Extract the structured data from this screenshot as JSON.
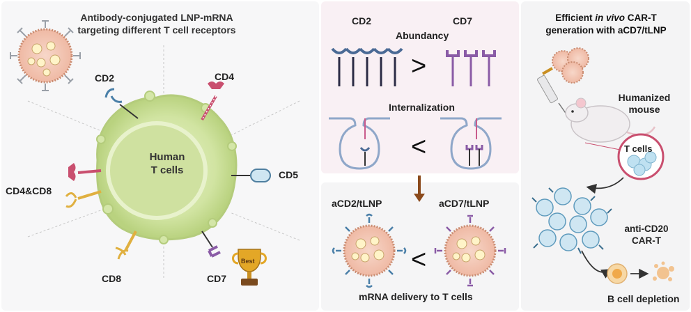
{
  "left_panel": {
    "title_line1": "Antibody-conjugated LNP-mRNA",
    "title_line2": "targeting different T cell receptors",
    "cell_label_line1": "Human",
    "cell_label_line2": "T cells",
    "receptors": {
      "cd2": "CD2",
      "cd4": "CD4",
      "cd5": "CD5",
      "cd4cd8": "CD4&CD8",
      "cd8": "CD8",
      "cd7": "CD7"
    },
    "trophy_text": "Best"
  },
  "middle_top": {
    "cd2_label": "CD2",
    "cd7_label": "CD7",
    "abundancy_label": "Abundancy",
    "abundancy_comparator": ">",
    "internalization_label": "Internalization",
    "internalization_comparator": "<"
  },
  "middle_bottom": {
    "acd2_label": "aCD2/tLNP",
    "acd7_label": "aCD7/tLNP",
    "delivery_comparator": "<",
    "footer": "mRNA delivery to T cells"
  },
  "right_panel": {
    "title_pre": "Efficient ",
    "title_italic": "in vivo",
    "title_post": " CAR-T",
    "title_line2": "generation with aCD7/tLNP",
    "mouse_label_line1": "Humanized",
    "mouse_label_line2": "mouse",
    "tcells_label": "T cells",
    "cart_label_line1": "anti-CD20",
    "cart_label_line2": "CAR-T",
    "depletion_label": "B cell depletion"
  },
  "colors": {
    "cd2": "#4a7fa8",
    "cd4": "#c94f6f",
    "cd7": "#8a5ba6",
    "cd8": "#e0b040",
    "cd5": "#4f7fa0",
    "cell_fill": "#d4e6a8",
    "arrow_brown": "#8b4a1c"
  }
}
